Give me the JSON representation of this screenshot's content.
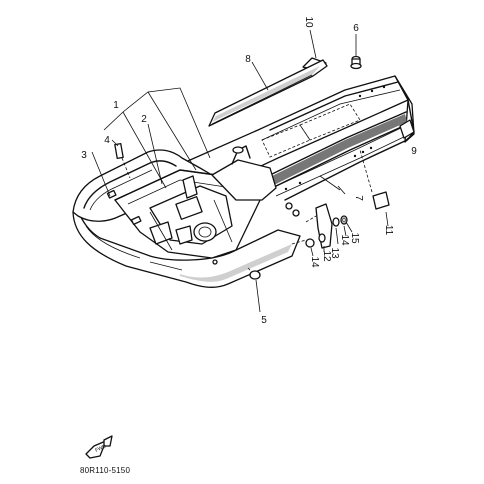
{
  "callouts": {
    "c1": "1",
    "c2": "2",
    "c3": "3",
    "c4": "4",
    "c5": "5",
    "c6": "6",
    "c7": "7",
    "c8": "8",
    "c9": "9",
    "c10": "10",
    "c11": "11",
    "c12": "12",
    "c13": "13",
    "c14a": "14",
    "c14b": "14",
    "c15": "15"
  },
  "fwd_icon": "forward-arrow-icon",
  "part_code": "80R110-5150"
}
